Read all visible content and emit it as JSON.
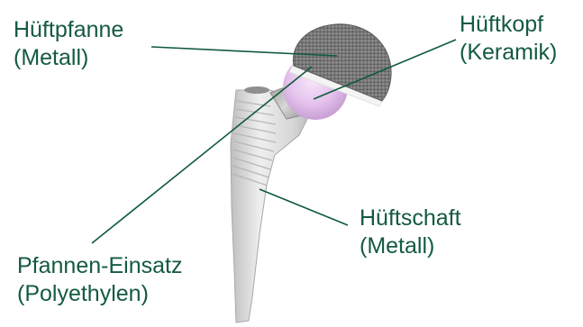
{
  "labels": {
    "cup": {
      "line1": "Hüftpfanne",
      "line2": "(Metall)"
    },
    "head": {
      "line1": "Hüftkopf",
      "line2": "(Keramik)"
    },
    "stem": {
      "line1": "Hüftschaft",
      "line2": "(Metall)"
    },
    "liner": {
      "line1": "Pfannen-Einsatz",
      "line2": "(Polyethylen)"
    }
  },
  "colors": {
    "label_text": "#145a3f",
    "leader_line": "#0f5a3c",
    "stem_metal": "#d9d9d9",
    "cup_shell": "#7a7a7a",
    "ceramic_head": "#e7c8ee",
    "liner": "#f2f2f2"
  }
}
